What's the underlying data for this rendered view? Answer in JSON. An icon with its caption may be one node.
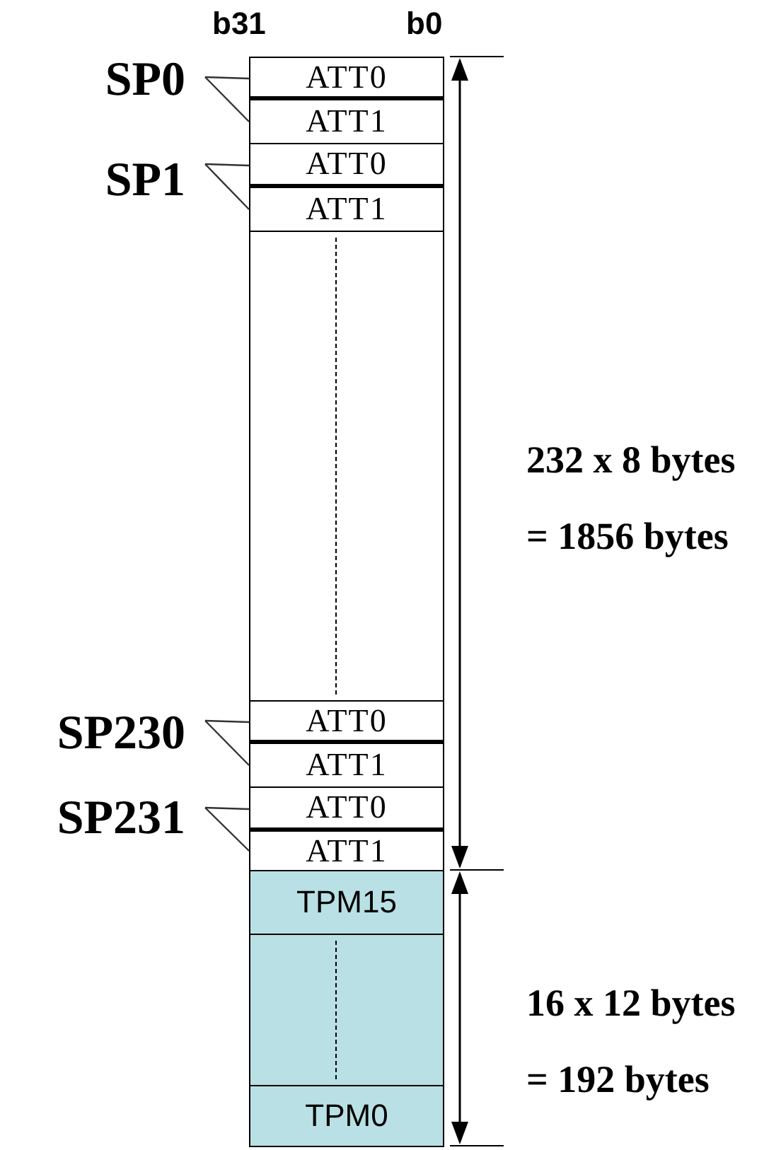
{
  "diagram": {
    "nodes": [
      {
        "text": [
          "SP0"
        ]
      },
      {
        "text": [
          "ATT0"
        ]
      },
      {
        "text": [
          "ATT1"
        ]
      },
      {
        "text": [
          "SP1"
        ]
      },
      {
        "text": [
          "ATT0"
        ]
      },
      {
        "text": [
          "ATT1"
        ]
      },
      {
        "text": [],
        "shape": "box"
      },
      {
        "text": [
          "SP230"
        ]
      },
      {
        "text": [
          "ATT0"
        ]
      },
      {
        "text": [
          "ATT1"
        ]
      },
      {
        "text": [
          "SP231"
        ]
      },
      {
        "text": [
          "ATT0"
        ]
      },
      {
        "text": [
          "ATT1"
        ]
      },
      {
        "text": [
          "TPM15"
        ]
      },
      {
        "text": [],
        "shape": "box"
      },
      {
        "text": [
          "TPM0"
        ]
      }
    ],
    "edges": [
      {
        "from": 0,
        "to": 1,
        "arrow": "none"
      },
      {
        "from": 0,
        "to": 2,
        "arrow": "none"
      },
      {
        "from": 3,
        "to": 4,
        "arrow": "none"
      },
      {
        "from": 3,
        "to": 5,
        "arrow": "none"
      },
      {
        "from": 7,
        "to": 8,
        "arrow": "none"
      },
      {
        "from": 7,
        "to": 9,
        "arrow": "none"
      },
      {
        "from": 10,
        "to": 11,
        "arrow": "none"
      },
      {
        "from": 10,
        "to": 12,
        "arrow": "none"
      }
    ],
    "labels": [
      "b31",
      "b0",
      "232 x 8 bytes = 1856 bytes",
      "16 x 12 bytes = 192 bytes"
    ]
  }
}
